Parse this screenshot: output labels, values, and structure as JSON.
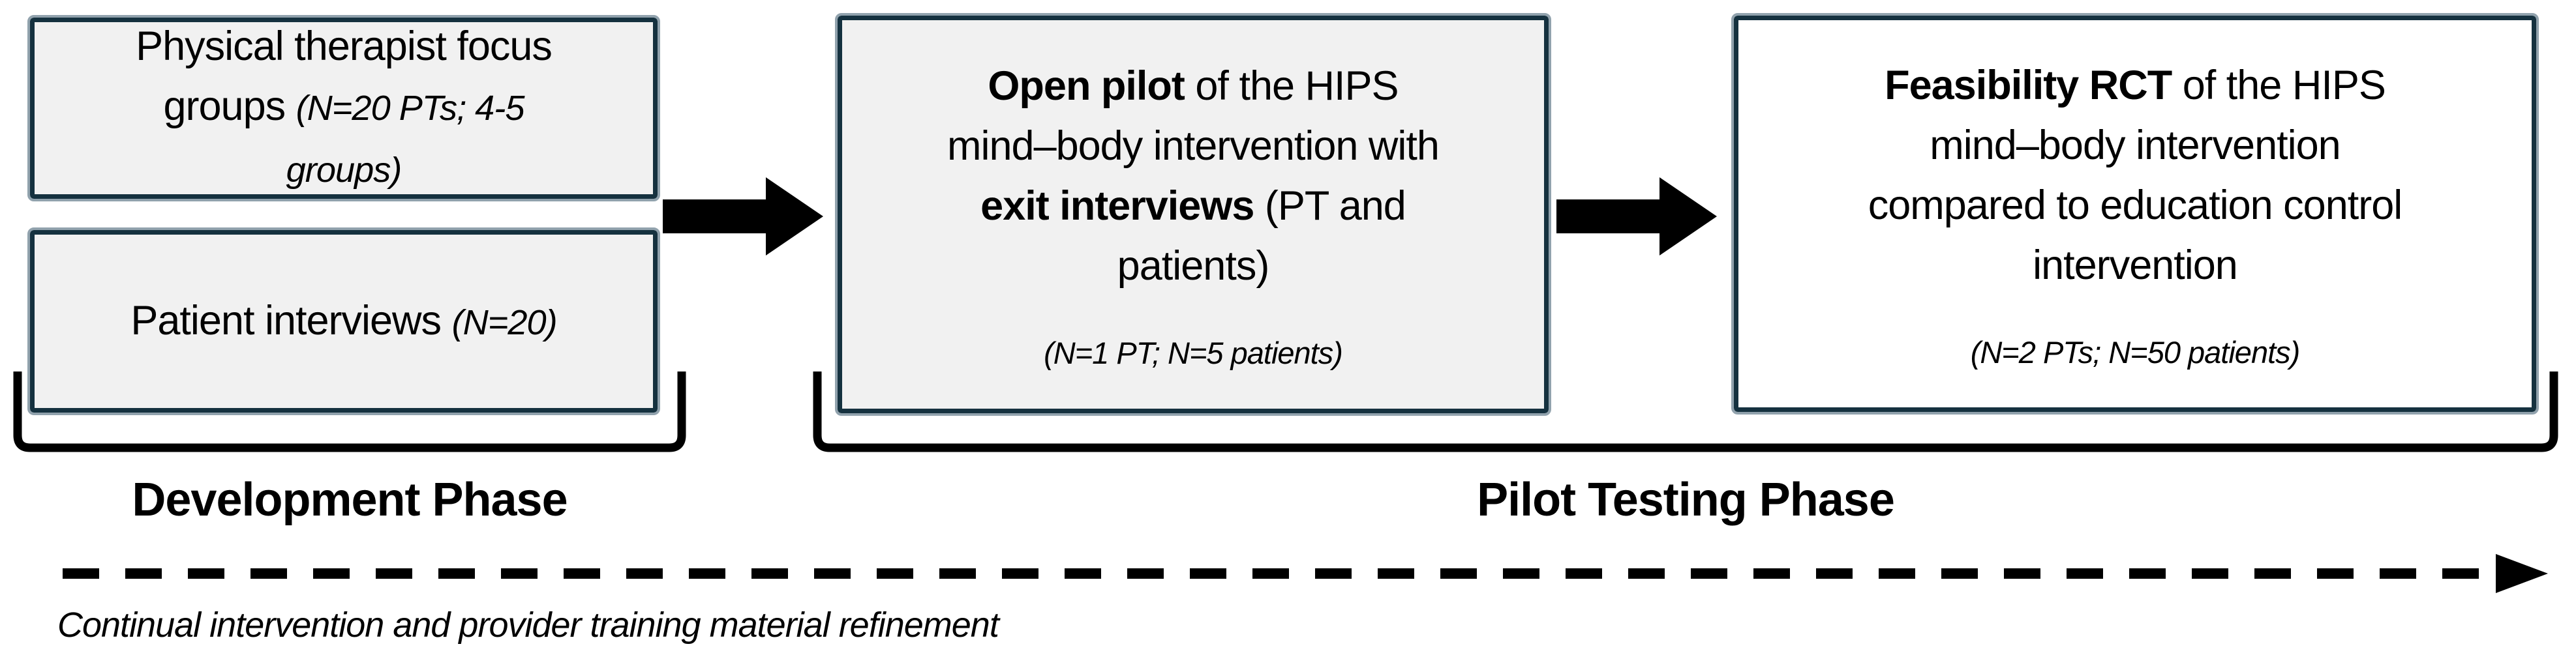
{
  "diagram": {
    "boxes": {
      "focus_groups": {
        "lines": [
          [
            {
              "t": "Physical therapist focus"
            }
          ],
          [
            {
              "t": "groups "
            },
            {
              "t": "(N=20 PTs; 4-5",
              "i": 1
            }
          ],
          [
            {
              "t": "groups)",
              "i": 1
            }
          ]
        ]
      },
      "patient_interviews": {
        "lines": [
          [
            {
              "t": "Patient interviews "
            },
            {
              "t": "(N=20)",
              "i": 1
            }
          ]
        ]
      },
      "open_pilot": {
        "lines": [
          [
            {
              "t": "Open pilot",
              "b": 1
            },
            {
              "t": " of the HIPS"
            }
          ],
          [
            {
              "t": "mind–body intervention with"
            }
          ],
          [
            {
              "t": "exit interviews",
              "b": 1
            },
            {
              "t": " (PT and"
            }
          ],
          [
            {
              "t": "patients)"
            }
          ]
        ],
        "note": "(N=1 PT; N=5 patients)"
      },
      "feasibility_rct": {
        "lines": [
          [
            {
              "t": "Feasibility RCT",
              "b": 1
            },
            {
              "t": " of the HIPS"
            }
          ],
          [
            {
              "t": "mind–body intervention"
            }
          ],
          [
            {
              "t": "compared to education control"
            }
          ],
          [
            {
              "t": "intervention"
            }
          ]
        ],
        "note": "(N=2 PTs; N=50 patients)"
      }
    },
    "phases": {
      "development": "Development Phase",
      "pilot": "Pilot Testing Phase"
    },
    "timeline_caption": "Continual intervention and provider training material refinement",
    "icons": [
      "right-arrow-icon",
      "right-arrow-icon",
      "dashed-right-arrow-icon"
    ],
    "colors": {
      "border_dark": "#15313F",
      "border_halo": "#91A2AD",
      "fill_gray": "#F1F1F1",
      "fill_white": "#FFFFFF",
      "arrow_black": "#000000"
    }
  }
}
